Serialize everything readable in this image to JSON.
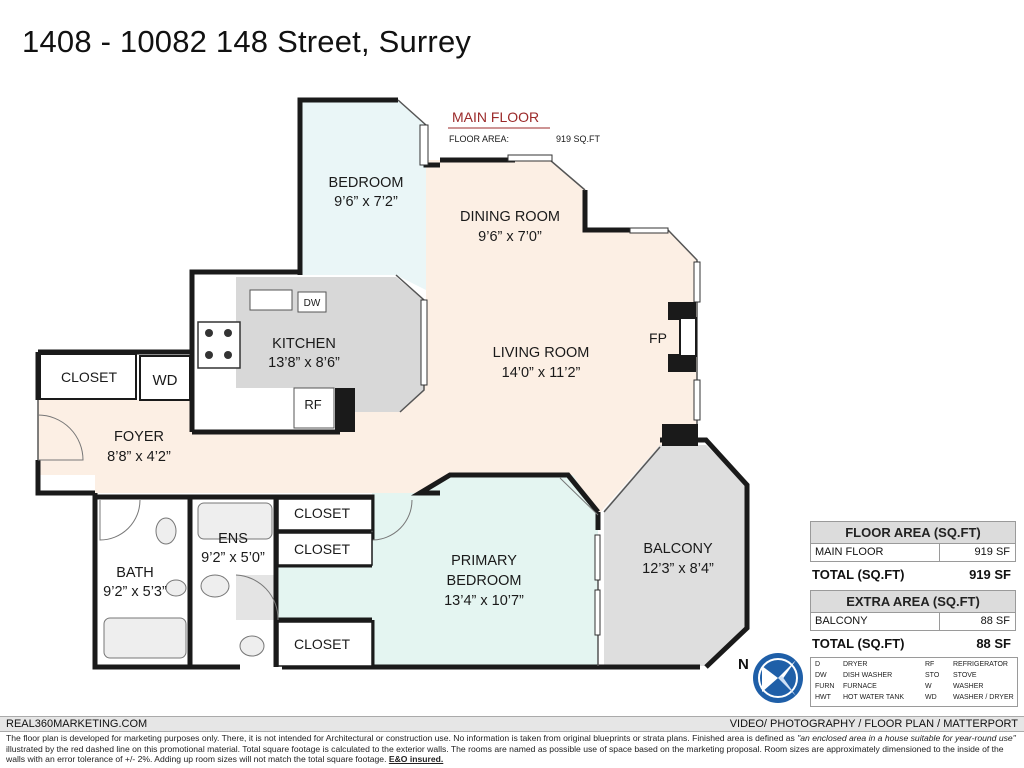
{
  "title": "1408 - 10082 148 Street, Surrey",
  "floor_header": {
    "name": "MAIN FLOOR",
    "area_label": "FLOOR AREA:",
    "area_value": "919 SQ.FT"
  },
  "rooms": {
    "bedroom": {
      "name": "BEDROOM",
      "dims": "9’6” x 7’2”"
    },
    "dining": {
      "name": "DINING ROOM",
      "dims": "9’6” x 7’0”"
    },
    "kitchen": {
      "name": "KITCHEN",
      "dims": "13’8” x 8’6”"
    },
    "living": {
      "name": "LIVING ROOM",
      "dims": "14’0” x 11’2”"
    },
    "foyer": {
      "name": "FOYER",
      "dims": "8’8” x 4’2”"
    },
    "bath": {
      "name": "BATH",
      "dims": "9’2” x 5’3”"
    },
    "ens": {
      "name": "ENS",
      "dims": "9’2” x 5’0”"
    },
    "primary": {
      "name": "PRIMARY",
      "name2": "BEDROOM",
      "dims": "13’4” x 10’7”"
    },
    "balcony": {
      "name": "BALCONY",
      "dims": "12’3” x 8’4”"
    }
  },
  "fixtures": {
    "closet_foyer": "CLOSET",
    "wd": "WD",
    "dw": "DW",
    "rf": "RF",
    "fp": "FP",
    "closet_1": "CLOSET",
    "closet_2": "CLOSET",
    "closet_3": "CLOSET"
  },
  "floor_area_table": {
    "header": "FLOOR AREA (SQ.FT)",
    "rows": [
      {
        "label": "MAIN FLOOR",
        "value": "919 SF"
      }
    ],
    "total_label": "TOTAL (SQ.FT)",
    "total_value": "919 SF"
  },
  "extra_area_table": {
    "header": "EXTRA AREA (SQ.FT)",
    "rows": [
      {
        "label": "BALCONY",
        "value": "88 SF"
      }
    ],
    "total_label": "TOTAL (SQ.FT)",
    "total_value": "88 SF"
  },
  "compass": {
    "letter": "N"
  },
  "legend": [
    {
      "code": "D",
      "desc": "DRYER"
    },
    {
      "code": "RF",
      "desc": "REFRIGERATOR"
    },
    {
      "code": "DW",
      "desc": "DISH WASHER"
    },
    {
      "code": "STO",
      "desc": "STOVE"
    },
    {
      "code": "FURN",
      "desc": "FURNACE"
    },
    {
      "code": "W",
      "desc": "WASHER"
    },
    {
      "code": "HWT",
      "desc": "HOT WATER TANK"
    },
    {
      "code": "WD",
      "desc": "WASHER / DRYER"
    }
  ],
  "footer": {
    "left": "REAL360MARKETING.COM",
    "right": "VIDEO/ PHOTOGRAPHY / FLOOR PLAN / MATTERPORT",
    "disclaimer_1": "The floor plan is developed for marketing purposes only. There, it is not intended for Architectural or construction use. No information is  taken from original blueprints or strata plans. Finished area is defined as ",
    "disclaimer_em": "\"an enclosed area in a house suitable for year-round use\"",
    "disclaimer_2": " illustrated by the red dashed line on this promotional material. Total square footage is calculated to the exterior walls. The rooms are named as possible use of space based on the marketing proposal. Room sizes are approximately dimensioned to the inside of the walls with an error tolerance of +/- 2%. Adding up room sizes will not match the total square footage. ",
    "disclaimer_bold": "E&O insured."
  },
  "colors": {
    "wall": "#1a1a1a",
    "bedroom_fill": "#eaf6f7",
    "living_fill": "#fcefe4",
    "kitchen_fill": "#d8d8d8",
    "primary_fill": "#e4f5f1",
    "balcony_fill": "#dedede",
    "accent_red": "#9b2a2a"
  }
}
